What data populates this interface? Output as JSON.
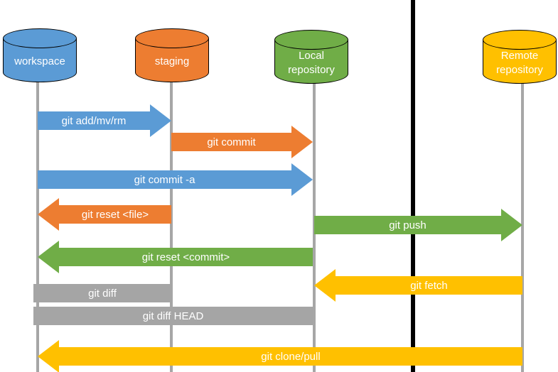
{
  "diagram_type": "git data transport sequence diagram",
  "colors": {
    "blue": "#5B9BD5",
    "blue_dark": "#41719C",
    "orange": "#ED7D31",
    "orange_dark": "#AE5A21",
    "green": "#70AD47",
    "green_dark": "#548235",
    "yellow": "#FFC000",
    "yellow_dark": "#BF9000",
    "gray": "#A5A5A5",
    "gray_dark": "#8C8C8C",
    "lifeline": "#A6A6A6",
    "divider": "#000000",
    "label_text": "#FFFFFF"
  },
  "nodes": [
    {
      "id": "workspace",
      "label": "workspace",
      "color": "blue"
    },
    {
      "id": "staging",
      "label": "staging",
      "color": "orange"
    },
    {
      "id": "local-repository",
      "label": "Local repository",
      "color": "green"
    },
    {
      "id": "remote-repository",
      "label": "Remote repository",
      "color": "yellow"
    }
  ],
  "divider_between": [
    "local-repository",
    "remote-repository"
  ],
  "arrows": [
    {
      "label": "git add/mv/rm",
      "from": "workspace",
      "to": "staging",
      "color": "blue",
      "shape": "arrow-right"
    },
    {
      "label": "git commit",
      "from": "staging",
      "to": "local-repository",
      "color": "orange",
      "shape": "arrow-right"
    },
    {
      "label": "git commit -a",
      "from": "workspace",
      "to": "local-repository",
      "color": "blue",
      "shape": "arrow-right"
    },
    {
      "label": "git reset <file>",
      "from": "staging",
      "to": "workspace",
      "color": "orange",
      "shape": "arrow-left"
    },
    {
      "label": "git push",
      "from": "local-repository",
      "to": "remote-repository",
      "color": "green",
      "shape": "arrow-right"
    },
    {
      "label": "git reset <commit>",
      "from": "local-repository",
      "to": "workspace",
      "color": "green",
      "shape": "arrow-left"
    },
    {
      "label": "git fetch",
      "from": "remote-repository",
      "to": "local-repository",
      "color": "yellow",
      "shape": "arrow-left"
    },
    {
      "label": "git diff",
      "from": "workspace",
      "to": "staging",
      "color": "gray",
      "shape": "bar"
    },
    {
      "label": "git diff HEAD",
      "from": "workspace",
      "to": "local-repository",
      "color": "gray",
      "shape": "bar"
    },
    {
      "label": "git clone/pull",
      "from": "remote-repository",
      "to": "workspace",
      "color": "yellow",
      "shape": "arrow-left"
    }
  ]
}
